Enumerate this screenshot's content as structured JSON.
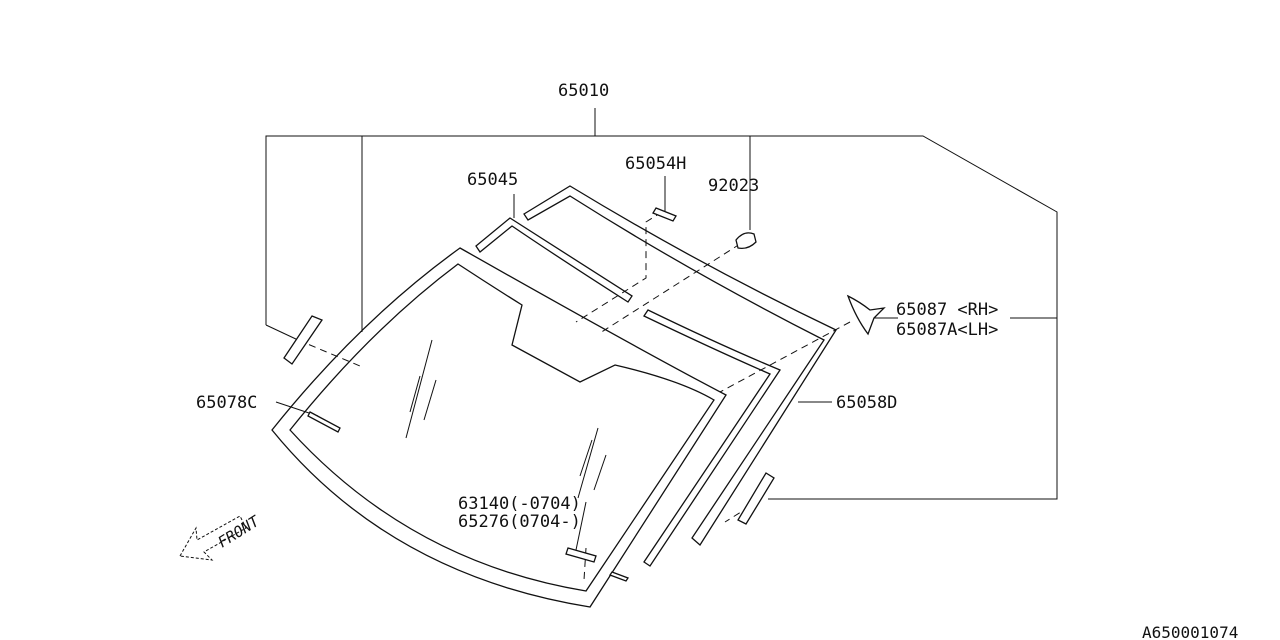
{
  "diagram": {
    "part_labels": {
      "p65010": "65010",
      "p65045": "65045",
      "p65054H": "65054H",
      "p92023": "92023",
      "p65087_rh": "65087 <RH>",
      "p65087A_lh": "65087A<LH>",
      "p65058D": "65058D",
      "p65078C": "65078C",
      "p63140": "63140(-0704)",
      "p65276": "65276(0704-)"
    },
    "front_indicator": "FRONT",
    "diagram_id": "A650001074",
    "colors": {
      "line": "#111111",
      "background": "#ffffff"
    },
    "icons": {
      "front_arrow": "arrow-left-outline-icon"
    }
  }
}
